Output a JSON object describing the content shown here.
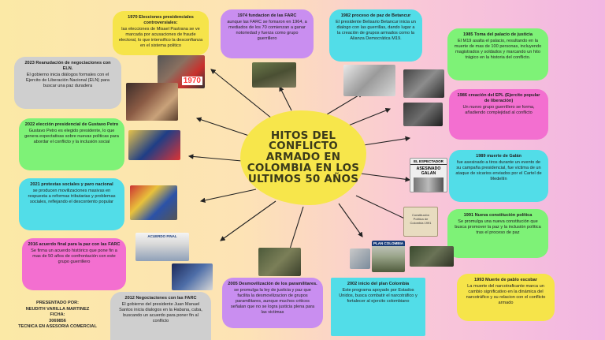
{
  "title": "HITOS DEL CONFLICTO ARMADO EN COLOMBIA EN LOS ULTIMOS 50 AÑOS",
  "cards": [
    {
      "key": "c1970",
      "title": "1970 Elecciones presidenciales controversiales:",
      "body": "las elecciones de Misael Pastrana se ve marcada por acusaciones de fraude electoral, lo que intensifico la desconfianza en el sistema politico"
    },
    {
      "key": "c1974",
      "title": "1974 fundacion de las FARC",
      "body": "aunque las FARC se fomaron en 1964, a mediados de los 70 comienzan a ganar notoriedad y fuerza como grupo guerrillero"
    },
    {
      "key": "c1982",
      "title": "1982 proceso de paz de Betancur",
      "body": "El presidente Belisario Betancur inicia un dialogo con las guerrillas, dando lugar a la creación de grupos armados como la Alianza Democrática M19."
    },
    {
      "key": "c1985",
      "title": "1985 Toma del palacio de justicia",
      "body": "El M19 asalta el palacio, resultando en la muerte de mas de 100 personas, incluyendo magistrados y soldados y marcando un hito trágico en la historia del conflicto."
    },
    {
      "key": "c1986",
      "title": "1986 creación del EPL (Ejercito popular de liberación)",
      "body": "Un nuevo grupo guerrillero se forma, añadiendo complejidad al conflicto"
    },
    {
      "key": "c1989",
      "title": "1989 muerte de Galán",
      "body": "fue asesinado a tiros durante un evento de su campaña presidencial, fue victima de un ataque de sicarios enviados por el Cartel de Medellín"
    },
    {
      "key": "c1991",
      "title": "1991 Nueva constitución política",
      "body": "Se promulga una nueva constitución que busca promover la paz y la inclusión política tras el proceso de paz"
    },
    {
      "key": "c1993",
      "title": "1993 Muerte de pablo escobar",
      "body": "La muerte del narcotraficante marca un cambio significativo en la dinámica del narcotráfico y su relacion con el conflicto armado"
    },
    {
      "key": "c2002",
      "title": "2002 inicio del plan Colombia",
      "body": "Este programa apoyado por Estados Unidos, busca combatir el narcotráfico y fortalecer al ejercito colombiano"
    },
    {
      "key": "c2005",
      "title": "2005 Desmovilización de los paramilitares.",
      "body": "se promulga la ley de justicia y paz que facilita la desmovilizacion de grupos paramilitares, aunque muchos criticos señalan que no se logra justicia plena para las victimas"
    },
    {
      "key": "c2012",
      "title": "2012 Negociaciones con las FARC",
      "body": "El gobierno del presidente Juan Manuel Santos inicia dialogos en la Habana, cuba, buscando un acuerdo para poner fin al conflicto"
    },
    {
      "key": "c2016",
      "title": "2016 acuerdo final para la paz con las FARC",
      "body": "Se firma un acuerdo histórico que pone fin a mas de 50 años de confrontación con este grupo guerrillero"
    },
    {
      "key": "c2021",
      "title": "2021 protestas sociales y paro nacional",
      "body": "se producen movilizaciones masivas en respuesta a reformas tributarias y problemas sociales, reflejando el descontento popular"
    },
    {
      "key": "c2022",
      "title": "2022 elección presidencial de Gustavo Petro",
      "body": "Gustavo Petro es elegido presidente, lo que genera expectativas sobre nuevas politicas para abordar el conflicto y la inclusión social"
    },
    {
      "key": "c2023",
      "title": "2023 Reanudación de negociaciones con ELN.",
      "body": "El gobierno inicia diálogos formales con el Ejercito de Liberación Nacional (ELN) para buscar una paz duradera"
    }
  ],
  "photo_texts": {
    "p1970": "1970",
    "p1989_header": "EL ESPECTADOR",
    "p1989_headline": "ASESINADO GALAN",
    "p1991_doc": "Constitución Política de Colombia 1991",
    "p2002_banner": "PLAN COLOMBIA",
    "p2016_banner": "ACUERDO FINAL"
  },
  "presented": {
    "line1": "PRESENTADO POR:",
    "line2": "NEUDITH VARILLA MARTINEZ",
    "line3": "FICHA:",
    "line4": "3069856",
    "line5": "TECNICA EN ASESORIA COMERCIAL"
  },
  "colors": {
    "yellow": "#f6e44a",
    "purple": "#c98ef0",
    "cyan": "#52dde8",
    "green": "#7ef277",
    "pink": "#f36fd0",
    "gray": "#cfcfcf",
    "center": "#f7e64b"
  }
}
